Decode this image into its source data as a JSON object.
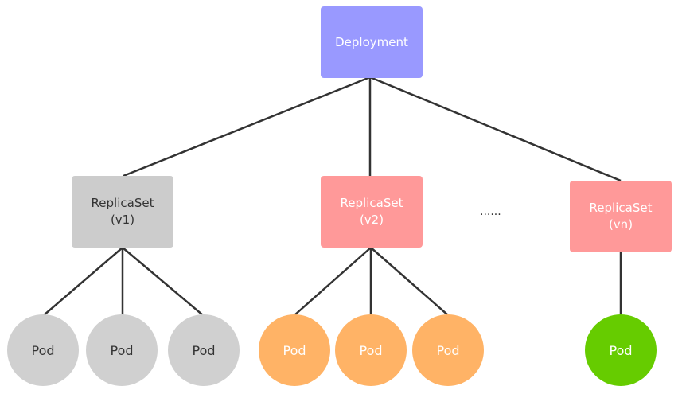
{
  "deployment": {
    "label": "Deployment",
    "color": "#9999ff"
  },
  "replicasets": [
    {
      "name": "ReplicaSet",
      "version": "(v1)",
      "color": "#cccccc"
    },
    {
      "name": "ReplicaSet",
      "version": "(v2)",
      "color": "#ff9999"
    },
    {
      "name": "ReplicaSet",
      "version": "(vn)",
      "color": "#ff9999"
    }
  ],
  "ellipsis": "......",
  "pods": [
    {
      "label": "Pod",
      "group": "v1",
      "color": "#d0d0d0"
    },
    {
      "label": "Pod",
      "group": "v1",
      "color": "#d0d0d0"
    },
    {
      "label": "Pod",
      "group": "v1",
      "color": "#d0d0d0"
    },
    {
      "label": "Pod",
      "group": "v2",
      "color": "#ffb366"
    },
    {
      "label": "Pod",
      "group": "v2",
      "color": "#ffb366"
    },
    {
      "label": "Pod",
      "group": "v2",
      "color": "#ffb366"
    },
    {
      "label": "Pod",
      "group": "vn",
      "color": "#66cc00"
    }
  ]
}
